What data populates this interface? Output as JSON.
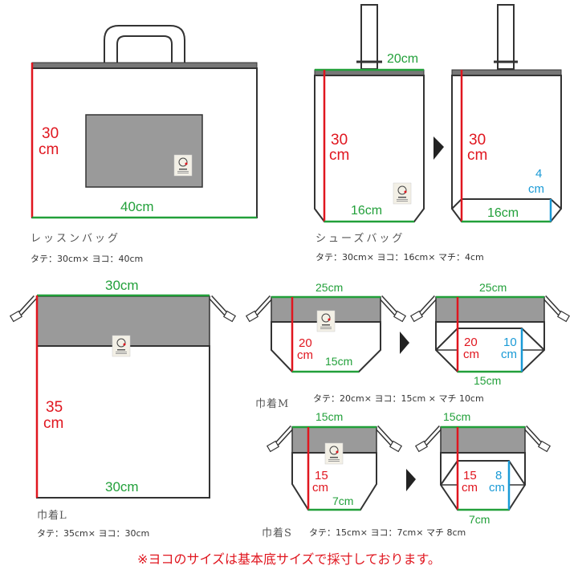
{
  "colors": {
    "height": "#e0161f",
    "width": "#22a03a",
    "gusset": "#1a9ad6",
    "outline": "#333333",
    "band": "#9a9a9a"
  },
  "lesson_bag": {
    "name": "レッスンバッグ",
    "spec": "タテ：30cm× ヨコ：40cm",
    "height_num": "30",
    "height_unit": "cm",
    "width": "40cm"
  },
  "shoes_bag": {
    "name": "シューズバッグ",
    "spec": "タテ：30cm× ヨコ：16cm× マチ：4cm",
    "top_width": "20cm",
    "height_num": "30",
    "height_unit": "cm",
    "bottom_width": "16cm",
    "gusset_num": "4",
    "gusset_unit": "cm"
  },
  "kinchaku_l": {
    "name": "巾着L",
    "spec": "タテ：35cm× ヨコ：30cm",
    "top_width": "30cm",
    "height_num": "35",
    "height_unit": "cm",
    "bottom_width": "30cm"
  },
  "kinchaku_m": {
    "name": "巾着M",
    "spec": "タテ：20cm× ヨコ：15cm × マチ 10cm",
    "top_width": "25cm",
    "height_num": "20",
    "height_unit": "cm",
    "bottom_width": "15cm",
    "gusset_num": "10",
    "gusset_unit": "cm"
  },
  "kinchaku_s": {
    "name": "巾着S",
    "spec": "タテ：15cm× ヨコ：7cm× マチ 8cm",
    "top_width": "15cm",
    "height_num": "15",
    "height_unit": "cm",
    "bottom_width": "7cm",
    "gusset_num": "8",
    "gusset_unit": "cm"
  },
  "footnote": "※ヨコのサイズは基本底サイズで採寸しております。"
}
